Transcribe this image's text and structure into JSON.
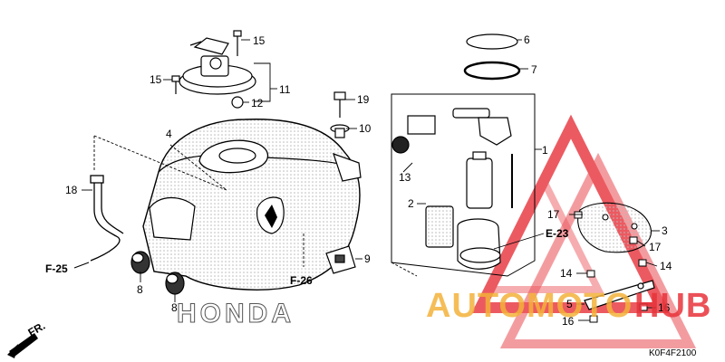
{
  "diagram": {
    "code": "K0F4F2100",
    "colors": {
      "line": "#000000",
      "watermark_red": "#e8323a",
      "watermark_orange": "#f3b23a",
      "dots": "#b9b9b9"
    },
    "callouts": {
      "c1": "1",
      "c2": "2",
      "c3": "3",
      "c4": "4",
      "c5": "5",
      "c6": "6",
      "c7": "7",
      "c8a": "8",
      "c8b": "8",
      "c9": "9",
      "c10": "10",
      "c11": "11",
      "c12": "12",
      "c13": "13",
      "c14a": "14",
      "c14b": "14",
      "c15a": "15",
      "c15b": "15",
      "c16a": "16",
      "c16b": "16",
      "c17a": "17",
      "c17b": "17",
      "c18": "18",
      "c19": "19"
    },
    "refs": {
      "f25": "F-25",
      "f26": "F-26",
      "e23": "E-23"
    },
    "fr_label": "FR.",
    "honda_emboss": "HONDA",
    "watermark": {
      "auto": "AUTOMOTO",
      "hub": "HUB"
    }
  }
}
